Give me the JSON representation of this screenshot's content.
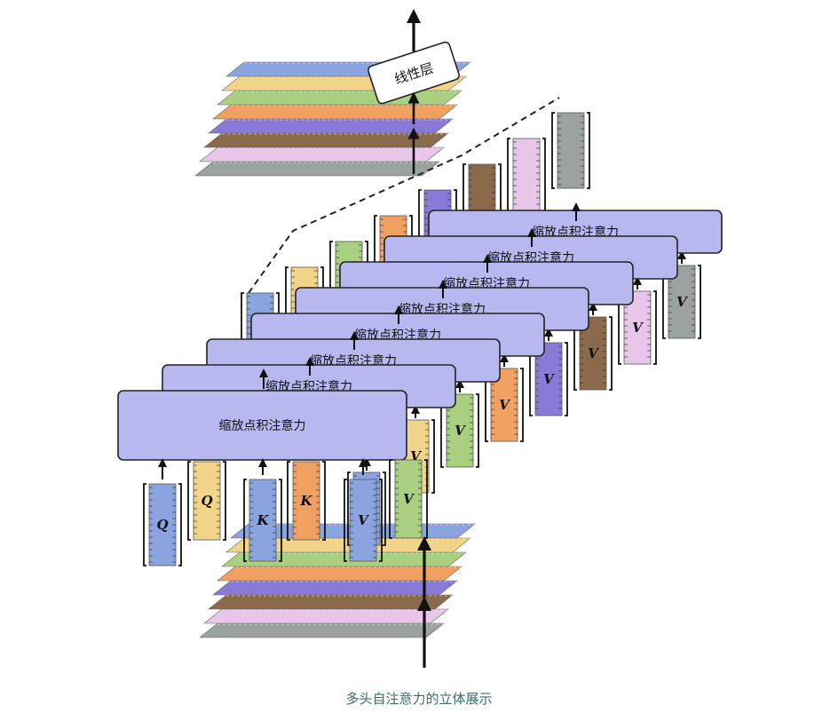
{
  "diagram": {
    "linear_layer_label": "线性层",
    "attention_block_label": "缩放点积注意力",
    "head_count": 8,
    "input_labels": {
      "q": "Q",
      "k": "K",
      "v": "V"
    },
    "caption": "多头自注意力的立体展示"
  },
  "colors": {
    "strip": [
      "#9aa3a0",
      "#e8c6ea",
      "#8a6a4a",
      "#8a7ad8",
      "#f0a060",
      "#a8d080",
      "#f2d488",
      "#8aa4e0"
    ],
    "attention_fill": "#b8b8f0",
    "attention_stroke": "#222222"
  }
}
